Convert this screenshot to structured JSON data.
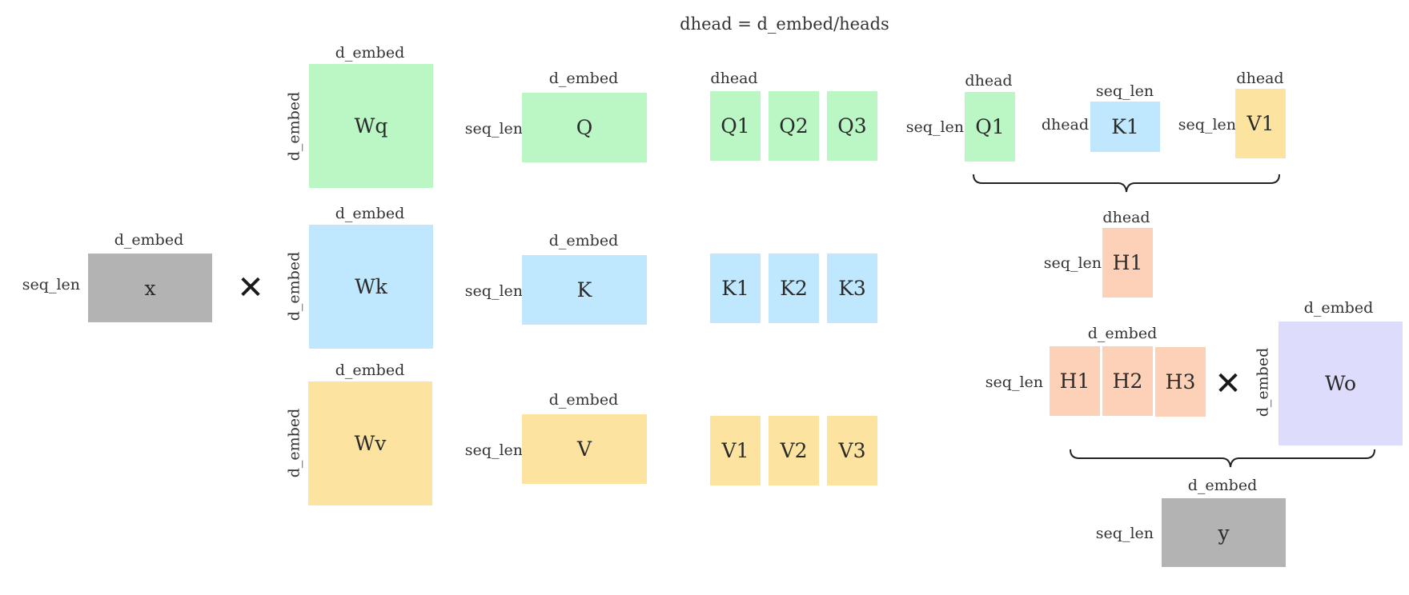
{
  "title": "dhead = d_embed/heads",
  "colors": {
    "green": "#bbf7c5",
    "blue": "#bfe7fd",
    "yellow": "#fde3a0",
    "orange": "#fdd0b8",
    "purple": "#dedcfd",
    "gray": "#b3b3b3"
  },
  "labels": {
    "d_embed": "d_embed",
    "seq_len": "seq_len",
    "dhead": "dhead",
    "times": "✕"
  },
  "matrices": {
    "x": "x",
    "wq": "Wq",
    "wk": "Wk",
    "wv": "Wv",
    "q": "Q",
    "k": "K",
    "v": "V",
    "q1": "Q1",
    "q2": "Q2",
    "q3": "Q3",
    "k1": "K1",
    "k2": "K2",
    "k3": "K3",
    "v1": "V1",
    "v2": "V2",
    "v3": "V3",
    "head_q1": "Q1",
    "head_k1": "K1",
    "head_v1": "V1",
    "h1_single": "H1",
    "h1": "H1",
    "h2": "H2",
    "h3": "H3",
    "wo": "Wo",
    "y": "y"
  }
}
